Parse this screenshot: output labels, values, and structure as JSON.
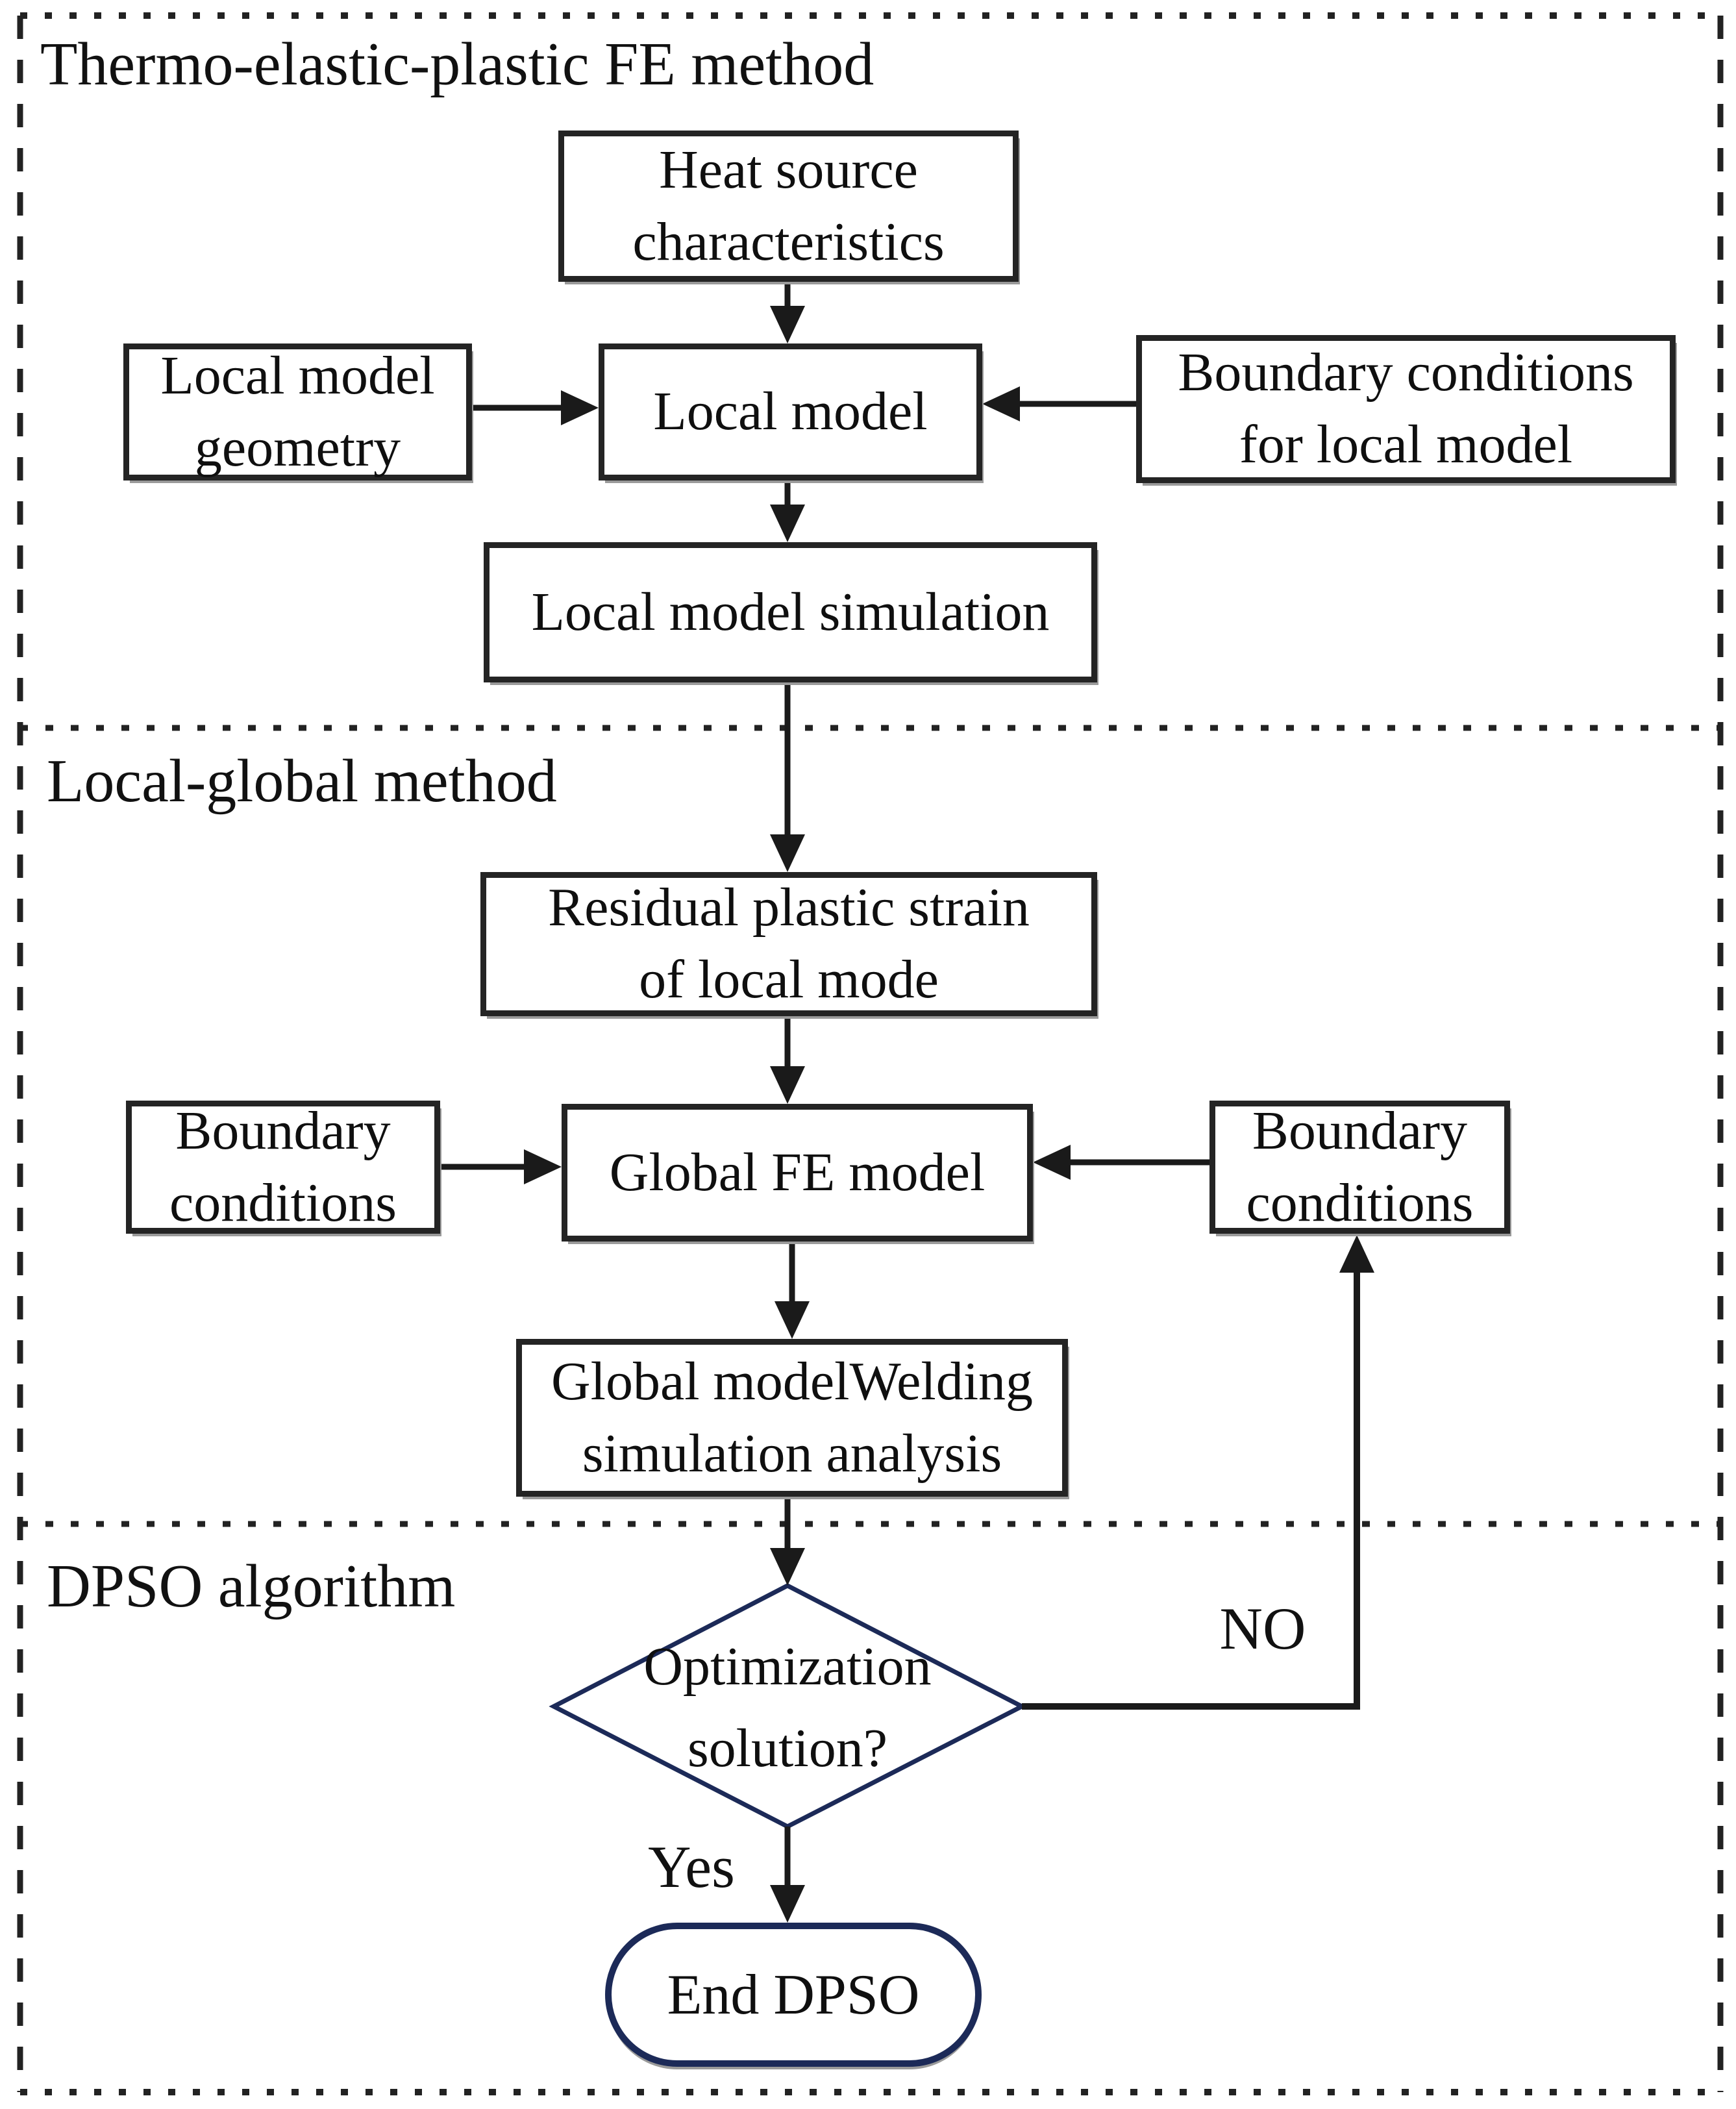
{
  "sections": [
    {
      "id": "thermo",
      "label": "Thermo-elastic-plastic FE method"
    },
    {
      "id": "local_global",
      "label": "Local-global method"
    },
    {
      "id": "dpso",
      "label": "DPSO algorithm"
    }
  ],
  "nodes": {
    "heat_source": {
      "label": "Heat source\ncharacteristics"
    },
    "local_model_geometry": {
      "label": "Local model\ngeometry"
    },
    "local_model": {
      "label": "Local model"
    },
    "boundary_conditions_for_local_model": {
      "label": "Boundary conditions\nfor local model"
    },
    "local_model_simulation": {
      "label": "Local model simulation"
    },
    "residual_plastic_strain": {
      "label": "Residual plastic strain\nof local mode"
    },
    "boundary_conditions_left": {
      "label": "Boundary\nconditions"
    },
    "global_fe_model": {
      "label": "Global FE model"
    },
    "boundary_conditions_right": {
      "label": "Boundary\nconditions"
    },
    "global_welding_analysis": {
      "label": "Global modelWelding\nsimulation analysis"
    },
    "optimization_decision": {
      "label": "Optimization\nsolution?"
    },
    "end_dpso": {
      "label": "End DPSO"
    }
  },
  "edge_labels": {
    "no": "NO",
    "yes": "Yes"
  },
  "colors": {
    "box_border": "#242424",
    "decision_border": "#1c2a58",
    "terminator_border": "#1c2a58",
    "arrow": "#1a1a1a",
    "separator": "#222222",
    "text": "#0f0f0f",
    "background": "#ffffff"
  }
}
